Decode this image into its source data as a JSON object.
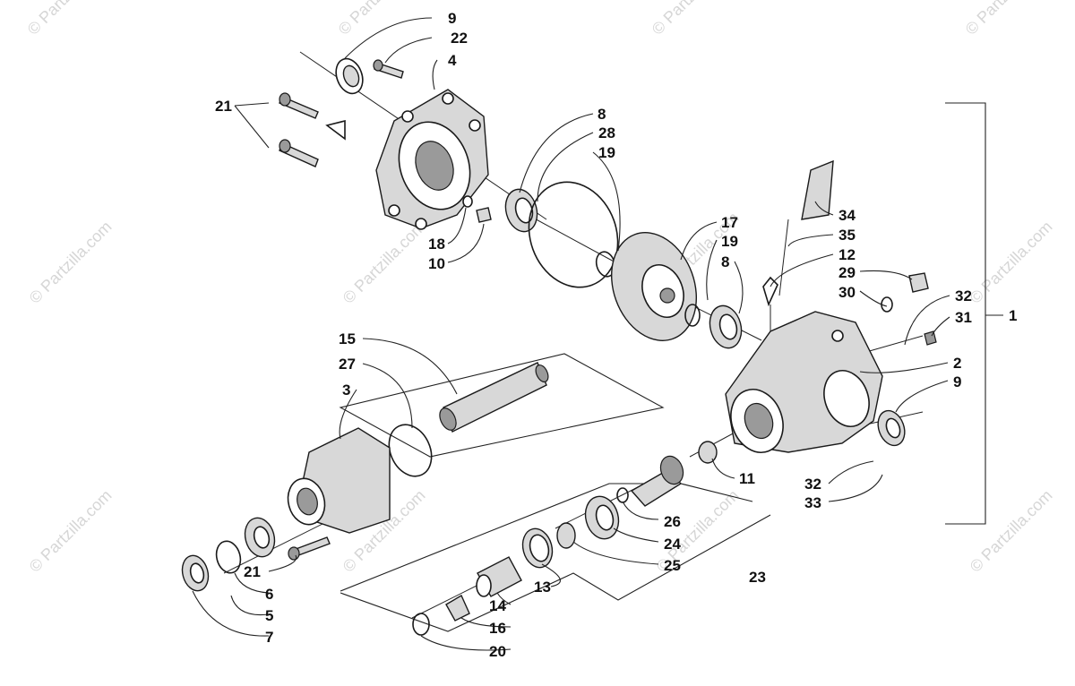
{
  "watermark": "© Partzilla.com",
  "callouts": {
    "n1": "1",
    "n2": "2",
    "n3": "3",
    "n4": "4",
    "n5": "5",
    "n6": "6",
    "n7": "7",
    "n8a": "8",
    "n8b": "8",
    "n9a": "9",
    "n9b": "9",
    "n10": "10",
    "n11": "11",
    "n12": "12",
    "n13": "13",
    "n14": "14",
    "n15": "15",
    "n16": "16",
    "n17": "17",
    "n18": "18",
    "n19a": "19",
    "n19b": "19",
    "n20": "20",
    "n21a": "21",
    "n21b": "21",
    "n22": "22",
    "n23": "23",
    "n24": "24",
    "n25": "25",
    "n26": "26",
    "n27": "27",
    "n28": "28",
    "n29": "29",
    "n30": "30",
    "n31": "31",
    "n32a": "32",
    "n32b": "32",
    "n33": "33",
    "n34": "34",
    "n35": "35"
  }
}
